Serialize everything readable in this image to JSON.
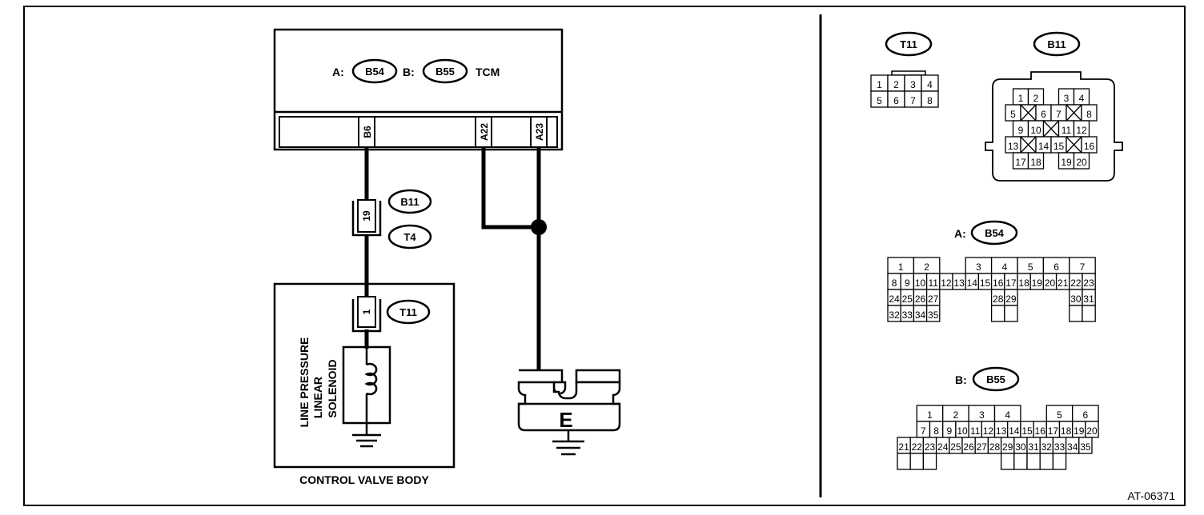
{
  "tcm": {
    "prefix_a": "A:",
    "code_a": "B54",
    "prefix_b": "B:",
    "code_b": "B55",
    "name": "TCM",
    "pins": [
      "B6",
      "A22",
      "A23"
    ]
  },
  "harness": {
    "connector_codes": [
      "B11",
      "T4"
    ],
    "pin": "19"
  },
  "control_valve_body": {
    "label": "CONTROL VALVE BODY",
    "connector_code": "T11",
    "pin": "1",
    "solenoid_lines": [
      "LINE PRESSURE",
      "LINEAR",
      "SOLENOID"
    ]
  },
  "ground": {
    "label": "E"
  },
  "connector_views": {
    "t11": {
      "code": "T11",
      "pins": [
        "1",
        "2",
        "3",
        "4",
        "5",
        "6",
        "7",
        "8"
      ]
    },
    "b11": {
      "code": "B11",
      "pins": [
        "1",
        "2",
        "3",
        "4",
        "5",
        "6",
        "7",
        "8",
        "9",
        "10",
        "11",
        "12",
        "13",
        "14",
        "15",
        "16",
        "17",
        "18",
        "19",
        "20"
      ]
    },
    "b54": {
      "prefix": "A:",
      "code": "B54",
      "pins": [
        "1",
        "2",
        "3",
        "4",
        "5",
        "6",
        "7",
        "8",
        "9",
        "10",
        "11",
        "12",
        "13",
        "14",
        "15",
        "16",
        "17",
        "18",
        "19",
        "20",
        "21",
        "22",
        "23",
        "24",
        "25",
        "26",
        "27",
        "28",
        "29",
        "30",
        "31",
        "32",
        "33",
        "34",
        "35"
      ]
    },
    "b55": {
      "prefix": "B:",
      "code": "B55",
      "pins": [
        "1",
        "2",
        "3",
        "4",
        "5",
        "6",
        "7",
        "8",
        "9",
        "10",
        "11",
        "12",
        "13",
        "14",
        "15",
        "16",
        "17",
        "18",
        "19",
        "20",
        "21",
        "22",
        "23",
        "24",
        "25",
        "26",
        "27",
        "28",
        "29",
        "30",
        "31",
        "32",
        "33",
        "34",
        "35"
      ]
    }
  },
  "figure_id": "AT-06371"
}
